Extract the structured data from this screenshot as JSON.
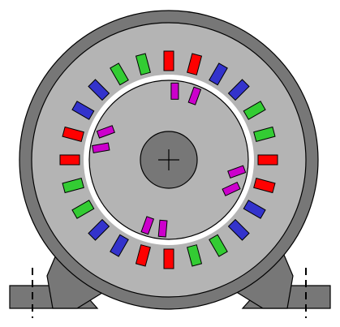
{
  "diagram": {
    "type": "electric-motor-cross-section",
    "colors": {
      "background": "#ffffff",
      "outline": "#000000",
      "frame": "#777777",
      "stator": "#b4b4b4",
      "air_gap": "#ffffff",
      "rotor": "#b4b4b4",
      "shaft": "#777777",
      "mount": "#777777"
    },
    "stator_slots": {
      "count": 24,
      "phase_colors": [
        "#ff0000",
        "#ff0000",
        "#3333cc",
        "#3333cc",
        "#33cc33",
        "#33cc33"
      ]
    },
    "rotor_bars": {
      "color": "#cc00cc",
      "groups": 4,
      "bars_per_group": 2
    },
    "icons": {
      "shaft_center": "crosshair-icon",
      "mounting_bolts": "dashed-line-icon"
    }
  }
}
